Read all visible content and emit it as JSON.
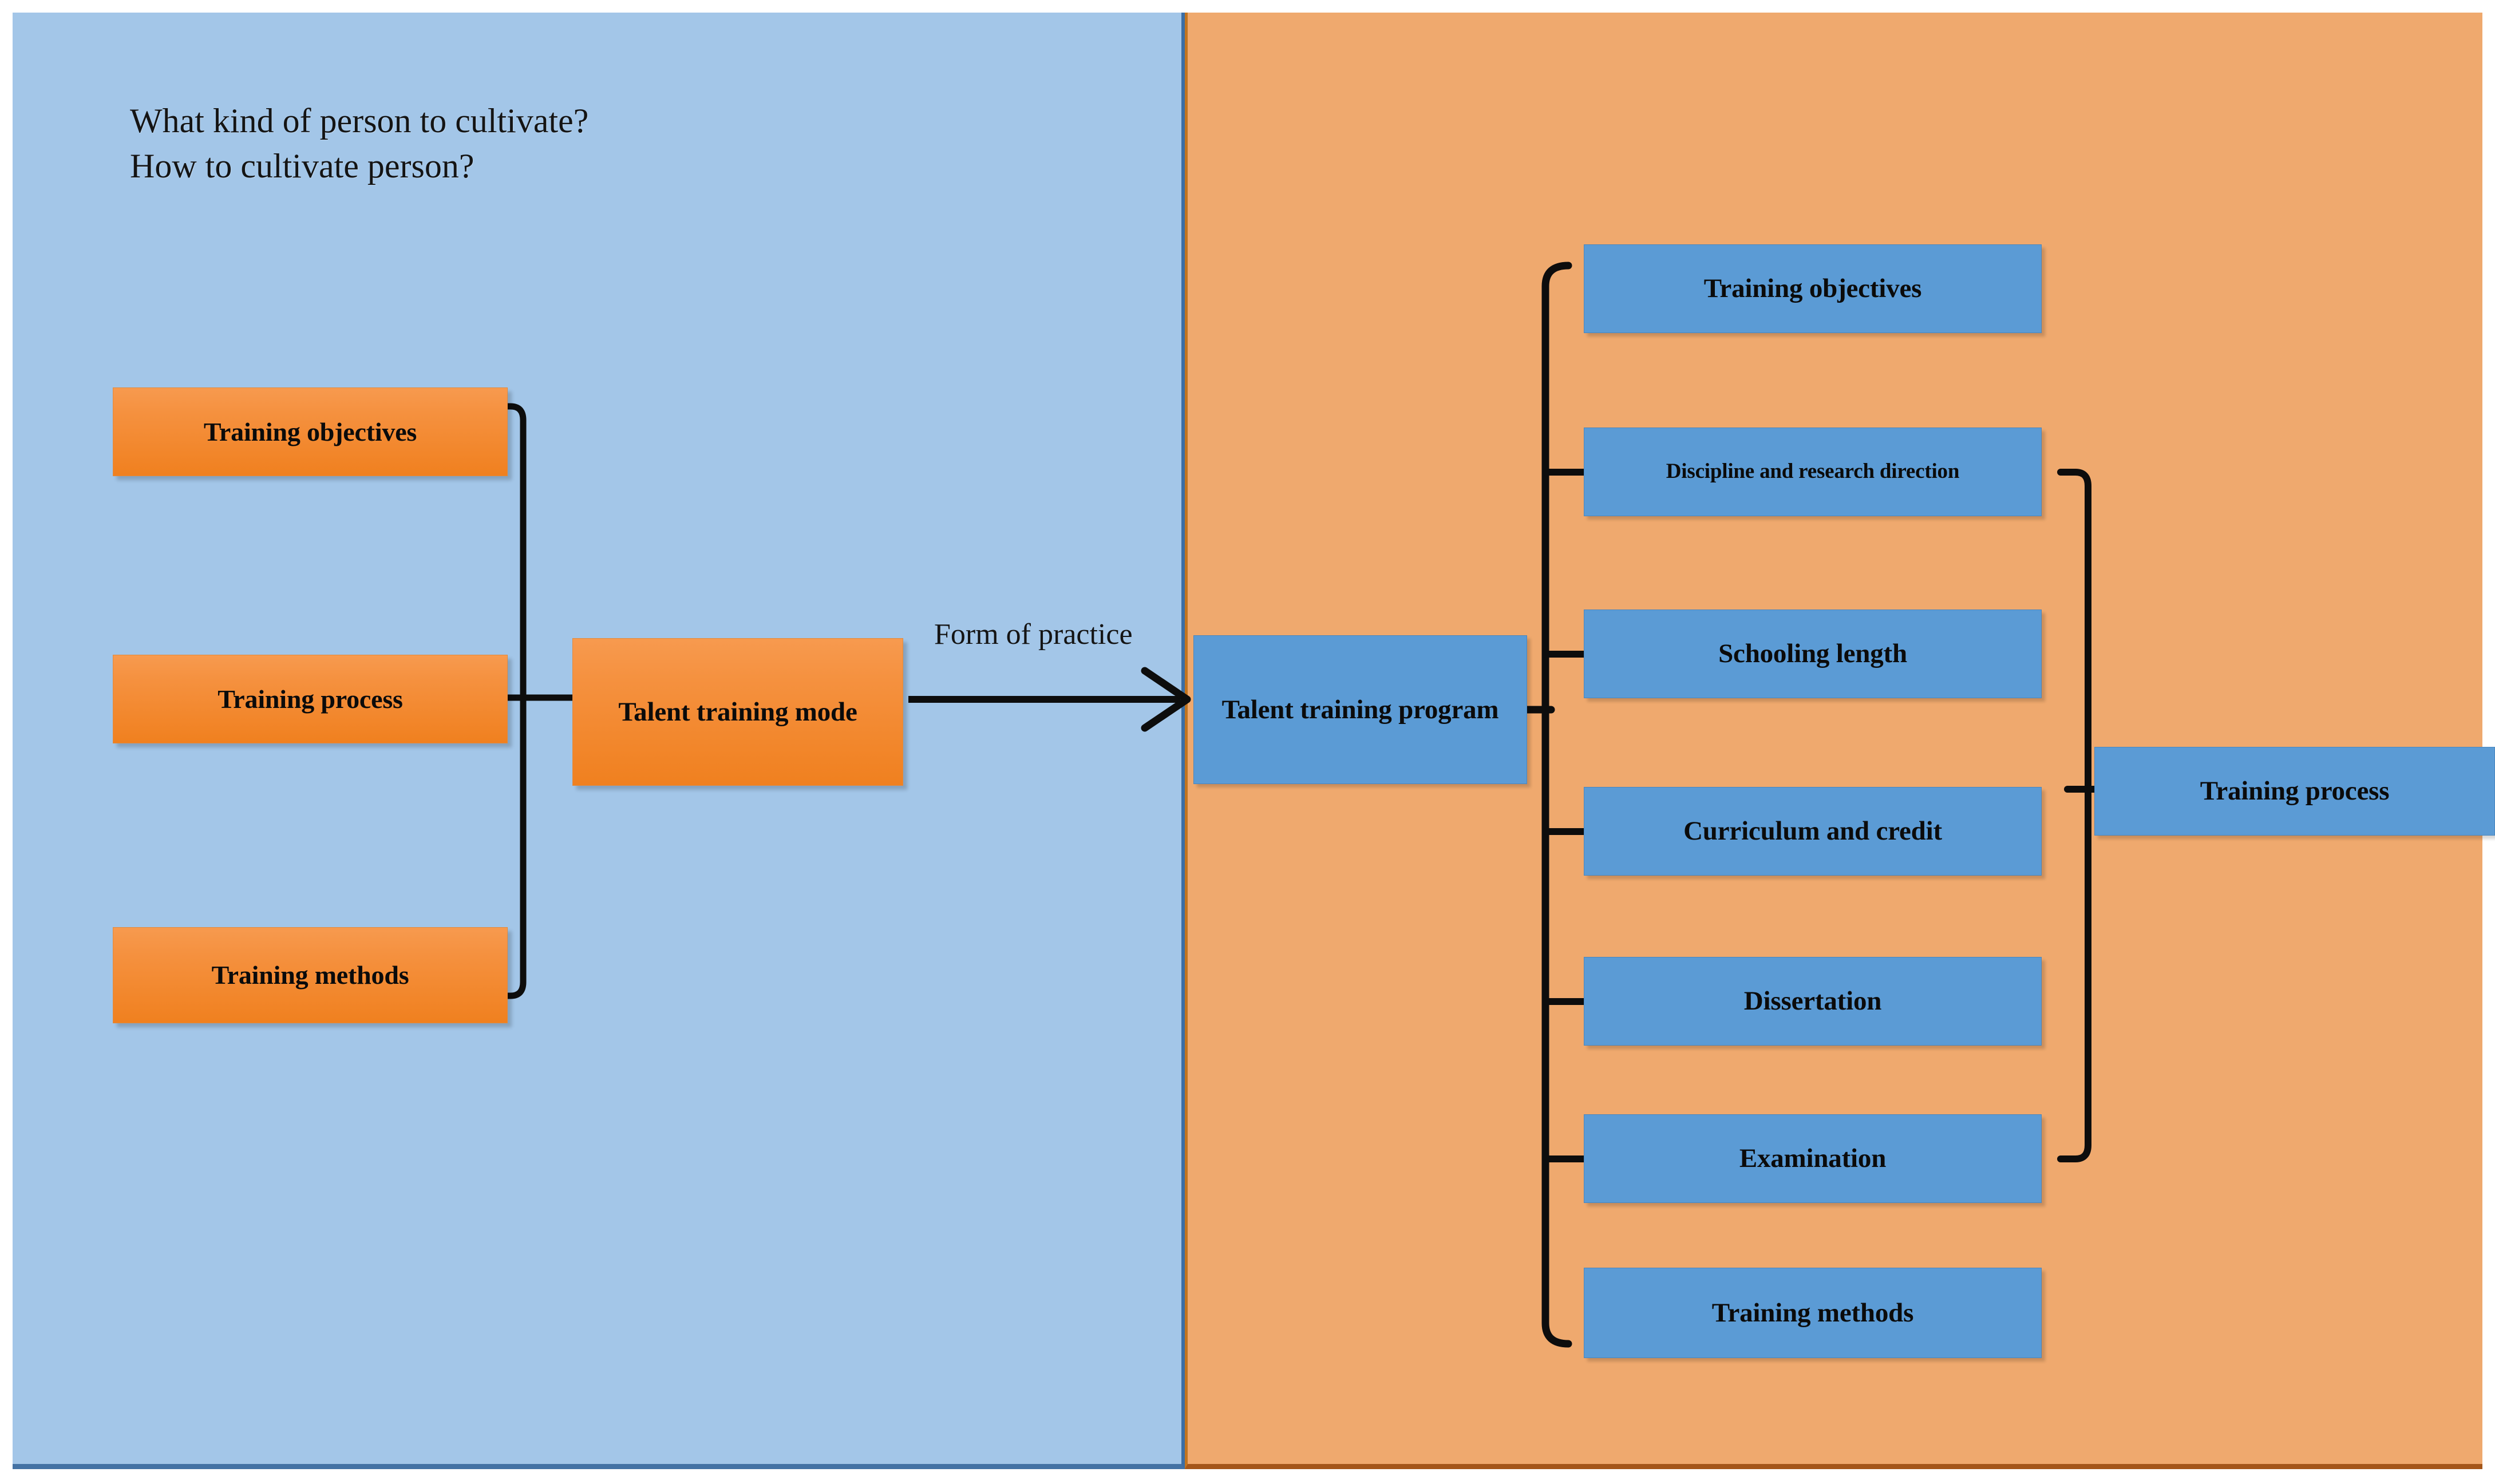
{
  "canvas": {
    "left_panel_color": "#a3c6e8",
    "right_panel_color": "#efa96e",
    "orange_node_color": "#f2822e",
    "blue_node_color": "#5b9bd5",
    "connector_color": "#0d0d0d"
  },
  "left_panel": {
    "headline": "What kind of person to cultivate?\nHow to cultivate person?",
    "components": [
      {
        "label": "Training objectives"
      },
      {
        "label": "Training process"
      },
      {
        "label": "Training methods"
      }
    ],
    "aggregate_node": {
      "label": "Talent training mode"
    }
  },
  "transition": {
    "arrow_label": "Form of practice"
  },
  "right_panel": {
    "root_node": {
      "label": "Talent training program"
    },
    "components": [
      {
        "label": "Training objectives"
      },
      {
        "label": "Discipline and research direction"
      },
      {
        "label": "Schooling length"
      },
      {
        "label": "Curriculum and credit"
      },
      {
        "label": "Dissertation"
      },
      {
        "label": "Examination"
      },
      {
        "label": "Training methods"
      }
    ],
    "grouped_node": {
      "label": "Training process"
    }
  }
}
